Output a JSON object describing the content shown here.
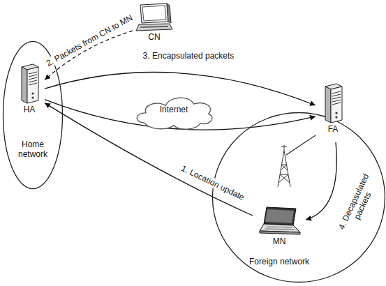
{
  "diagram": {
    "nodes": [
      {
        "text": [
          "CN"
        ]
      },
      {
        "text": [
          "Home network"
        ]
      },
      {
        "text": [
          "HA"
        ],
        "in": 1
      },
      {
        "text": [
          "Internet"
        ]
      },
      {
        "text": [
          "Foreign network"
        ]
      },
      {
        "text": [
          "FA"
        ],
        "in": 4
      },
      {
        "text": [
          "MN"
        ],
        "in": 4
      }
    ],
    "edges": [
      {
        "from": 0,
        "to": 2,
        "arrow": "to",
        "label": "2. Packets from CN to MN"
      },
      {
        "from": 2,
        "to": 5,
        "arrow": "to",
        "label": "3. Encapsulated packets"
      },
      {
        "from": 2,
        "to": 5,
        "arrow": "to"
      },
      {
        "from": 6,
        "to": 2,
        "arrow": "to",
        "label": "1. Location update"
      },
      {
        "from": 5,
        "to": 6,
        "arrow": "to",
        "label": "4. Decapsulated packets"
      }
    ]
  }
}
